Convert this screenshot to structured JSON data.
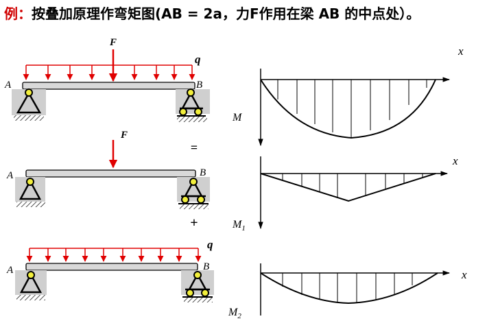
{
  "title": {
    "lead": "例：",
    "body": "按叠加原理作弯矩图(AB = 2a，力F作用在梁 AB 的中点处）。"
  },
  "labels": {
    "point_a": "A",
    "point_b": "B",
    "force": "F",
    "load": "q",
    "axis_x": "x",
    "moment": "M",
    "moment_1_base": "M",
    "moment_1_sub": "1",
    "moment_2_base": "M",
    "moment_2_sub": "2",
    "equals": "=",
    "plus": "+"
  },
  "colors": {
    "load": "#e00000",
    "beam_fill": "#d9d9d9",
    "support_bg": "#cfcfcf",
    "roller": "#f2ef3c"
  },
  "diagrams": {
    "total_ordinates": [
      0,
      0.48,
      0.84,
      1.0
    ],
    "point_load_ordinates": [
      0,
      0.5,
      1.0
    ],
    "uniform_load_ordinates": [
      0,
      0.75,
      1.0
    ]
  }
}
